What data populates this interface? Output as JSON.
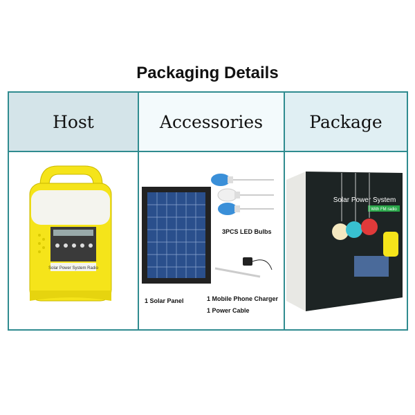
{
  "title": "Packaging Details",
  "headers": [
    "Host",
    "Accessories",
    "Package"
  ],
  "accessories": {
    "bulbs": "3PCS LED Bulbs",
    "panel": "1 Solar Panel",
    "charger": "1 Mobile Phone Charger",
    "cable": "1 Power Cable"
  },
  "host_label": "Solar Power System Radio",
  "package_box": {
    "title": "Solar Power System",
    "badge": "With FM radio"
  },
  "colors": {
    "border": "#2f8b8f",
    "header_host": "#d4e4e9",
    "header_accessories": "#f3fafc",
    "header_package": "#e0eff3",
    "host_body": "#f5e41a"
  }
}
